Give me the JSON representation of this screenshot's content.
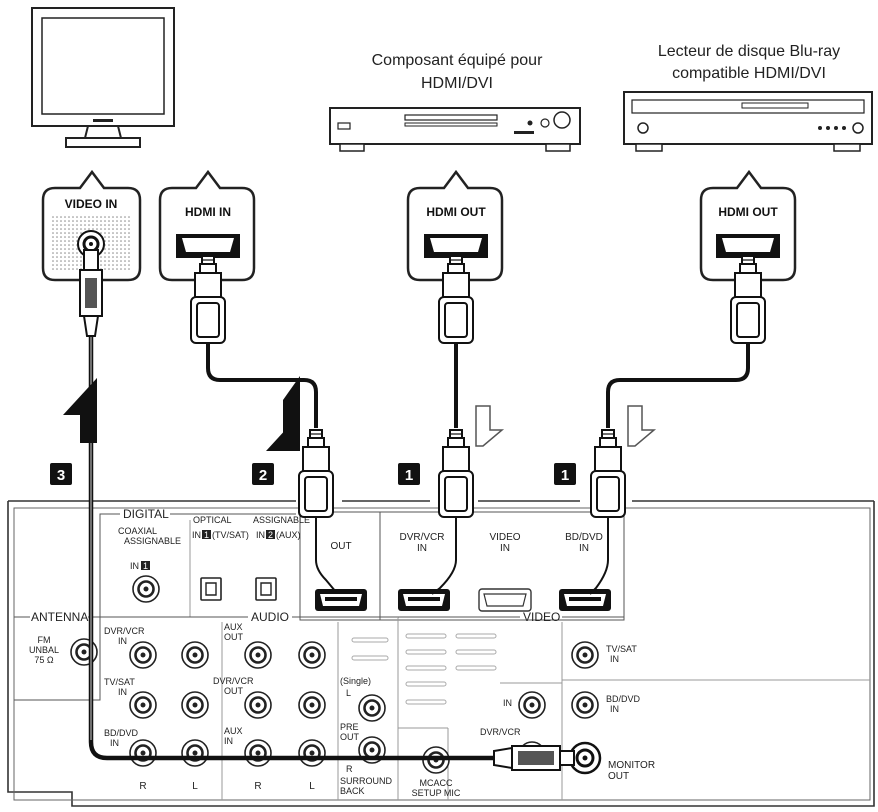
{
  "captions": {
    "hdmi_component": [
      "Composant équipé pour",
      "HDMI/DVI"
    ],
    "bluray_player": [
      "Lecteur de disque Blu-ray",
      "compatible HDMI/DVI"
    ]
  },
  "bubbles": {
    "tv_video_in": "VIDEO IN",
    "tv_hdmi_in": "HDMI IN",
    "component_hdmi_out": "HDMI OUT",
    "bluray_hdmi_out": "HDMI OUT"
  },
  "steps": {
    "tv_video": "3",
    "tv_hdmi": "2",
    "component": "1",
    "bluray": "1"
  },
  "receiver": {
    "digital_section": "DIGITAL",
    "coaxial": [
      "COAXIAL",
      "ASSIGNABLE"
    ],
    "coaxial_in_prefix": "IN",
    "coaxial_in_num": "1",
    "optical": "OPTICAL",
    "assignable": "ASSIGNABLE",
    "in1_prefix": "IN",
    "in1_num": "1",
    "in1_suffix": "(TV/SAT)",
    "in2_prefix": "IN",
    "in2_num": "2",
    "in2_suffix": "(AUX)",
    "hdmi_out": "OUT",
    "hdmi_dvr_vcr_in": [
      "DVR/VCR",
      "IN"
    ],
    "hdmi_video_in": [
      "VIDEO",
      "IN"
    ],
    "hdmi_bd_dvd_in": [
      "BD/DVD",
      "IN"
    ],
    "antenna_section": "ANTENNA",
    "fm": [
      "FM",
      "UNBAL",
      "75 Ω"
    ],
    "audio_section": "AUDIO",
    "video_section": "VIDEO",
    "audio_dvr_vcr_in": [
      "DVR/VCR",
      "IN"
    ],
    "audio_tv_sat_in": [
      "TV/SAT",
      "IN"
    ],
    "audio_bd_dvd_in": [
      "BD/DVD",
      "IN"
    ],
    "aux_out": [
      "AUX",
      "OUT"
    ],
    "dvr_vcr_out": [
      "DVR/VCR",
      "OUT"
    ],
    "aux_in": [
      "AUX",
      "IN"
    ],
    "single": "(Single)",
    "l": "L",
    "r": "R",
    "pre_out": [
      "PRE",
      "OUT"
    ],
    "surround_back": [
      "SURROUND",
      "BACK"
    ],
    "mcacc": [
      "MCACC",
      "SETUP MIC"
    ],
    "video_tv_sat_in": [
      "TV/SAT",
      "IN"
    ],
    "video_bd_dvd_in": [
      "BD/DVD",
      "IN"
    ],
    "video_in": "IN",
    "video_dvr_vcr": "DVR/VCR",
    "monitor_out": [
      "MONITOR",
      "OUT"
    ]
  }
}
